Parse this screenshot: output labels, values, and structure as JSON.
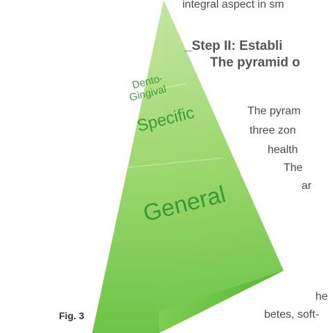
{
  "figure": {
    "label": "Fig. 3",
    "zones": [
      {
        "label_line1": "Dento-",
        "label_line2": "Gingival"
      },
      {
        "label": "Specific"
      },
      {
        "label": "General"
      }
    ]
  },
  "text": {
    "line_top": "integral aspect in sm",
    "heading_line1": "_Step II: Establi",
    "heading_line2": "The pyramid o",
    "para": [
      "The pyram",
      "three zon",
      "health",
      "The",
      "ar",
      "he",
      "betes, soft-"
    ]
  },
  "colors": {
    "pyramid_light": "#c8e8a4",
    "pyramid_mid": "#8fd060",
    "pyramid_dark": "#5fbf3a",
    "label_green": "#2a8f2a"
  }
}
